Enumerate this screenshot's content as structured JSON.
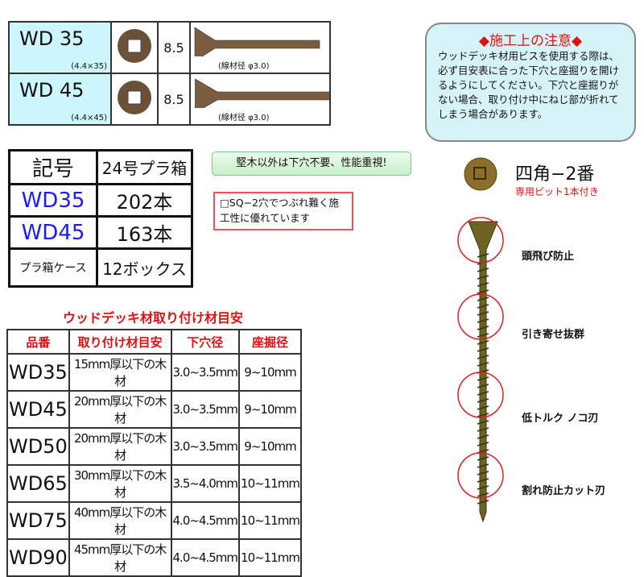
{
  "spec_rows": [
    {
      "code": "WD 35",
      "dim": "(4.4×35)",
      "head": "8.5",
      "wire": "(線材径 φ3.0)"
    },
    {
      "code": "WD 45",
      "dim": "(4.4×45)",
      "head": "8.5",
      "wire": "(線材径 φ3.0)"
    }
  ],
  "notice": {
    "title": "◆施工上の注意◆",
    "body": "ウッドデッキ材用ビスを使用する際は、必ず目安表に合った下穴と座掘りを開けるようにしてください。下穴と座掘りがない場合、取り付け中にねじ部が折れてしまう場合があります。"
  },
  "bit": {
    "name": "四角−2番",
    "note": "専用ビット1本付き"
  },
  "packing": {
    "header": [
      "記号",
      "24号プラ箱"
    ],
    "rows": [
      [
        "WD35",
        "202本"
      ],
      [
        "WD45",
        "163本"
      ]
    ],
    "case": [
      "プラ箱ケース",
      "12ボックス"
    ]
  },
  "callouts": {
    "green": "堅木以外は下穴不要、性能重視!",
    "red": "□SQ−2穴でつぶれ難く施工性に優れています"
  },
  "features": [
    "頭飛び防止",
    "引き寄せ抜群",
    "低トルク ノコ刃",
    "割れ防止カット刃"
  ],
  "guide": {
    "title": "ウッドデッキ材取り付け材目安",
    "headers": [
      "品番",
      "取り付け材目安",
      "下穴径",
      "座掘径"
    ],
    "rows": [
      [
        "WD35",
        "15mm厚以下の木材",
        "3.0~3.5mm",
        "9~10mm"
      ],
      [
        "WD45",
        "20mm厚以下の木材",
        "3.0~3.5mm",
        "9~10mm"
      ],
      [
        "WD50",
        "20mm厚以下の木材",
        "3.0~3.5mm",
        "9~10mm"
      ],
      [
        "WD65",
        "30mm厚以下の木材",
        "3.5~4.0mm",
        "10~11mm"
      ],
      [
        "WD75",
        "40mm厚以下の木材",
        "4.0~4.5mm",
        "10~11mm"
      ],
      [
        "WD90",
        "45mm厚以下の木材",
        "4.0~4.5mm",
        "10~11mm"
      ]
    ]
  },
  "colors": {
    "screw": "#6b5138",
    "accent_red": "#e01010",
    "cyan": "#ccf6fb"
  }
}
